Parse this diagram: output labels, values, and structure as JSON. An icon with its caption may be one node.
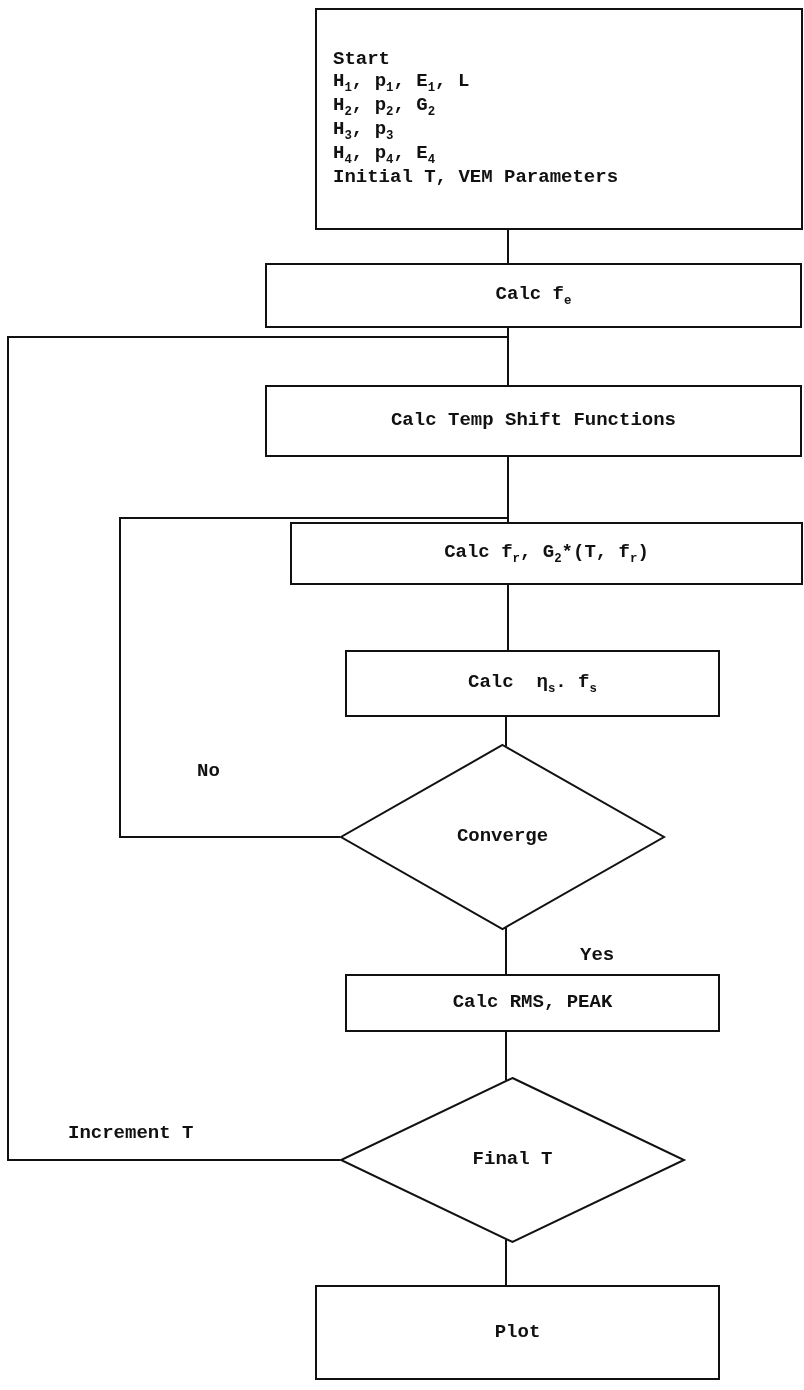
{
  "diagram": {
    "nodes": [
      {
        "text": [
          "Start",
          "H$_{1}$, p$_{1}$, E$_{1}$, L",
          "H$_{2}$, p$_{2}$, G$_{2}$",
          "H$_{3}$, p$_{3}$",
          "H$_{4}$, p$_{4}$, E$_{4}$",
          "Initial T, VEM Parameters"
        ]
      },
      {
        "text": [
          "Calc f$_{e}$"
        ]
      },
      {
        "text": [
          "Calc Temp Shift Functions"
        ]
      },
      {
        "text": [
          "Calc f$_{r}$, G$_{2}$*(T, f$_{r}$)"
        ]
      },
      {
        "text": [
          "Calc  η$_{s}$. f$_{s}$"
        ]
      },
      {
        "text": [
          "Converge"
        ]
      },
      {
        "text": [
          "Calc RMS, PEAK"
        ]
      },
      {
        "text": [
          "Final T"
        ]
      },
      {
        "text": [
          "Plot"
        ]
      }
    ],
    "edges": [
      {
        "from": 0,
        "to": 1,
        "arrow": "none"
      },
      {
        "from": 1,
        "to": 2,
        "arrow": "none"
      },
      {
        "from": 2,
        "to": 3,
        "arrow": "none"
      },
      {
        "from": 3,
        "to": 4,
        "arrow": "none"
      },
      {
        "from": 4,
        "to": 5,
        "arrow": "none"
      },
      {
        "from": 5,
        "to": 3,
        "arrow": "none",
        "label": "No"
      },
      {
        "from": 5,
        "to": 6,
        "arrow": "none",
        "label": "Yes"
      },
      {
        "from": 6,
        "to": 7,
        "arrow": "none"
      },
      {
        "from": 7,
        "to": 2,
        "arrow": "none",
        "label": "Increment T"
      },
      {
        "from": 7,
        "to": 8,
        "arrow": "none"
      }
    ]
  }
}
